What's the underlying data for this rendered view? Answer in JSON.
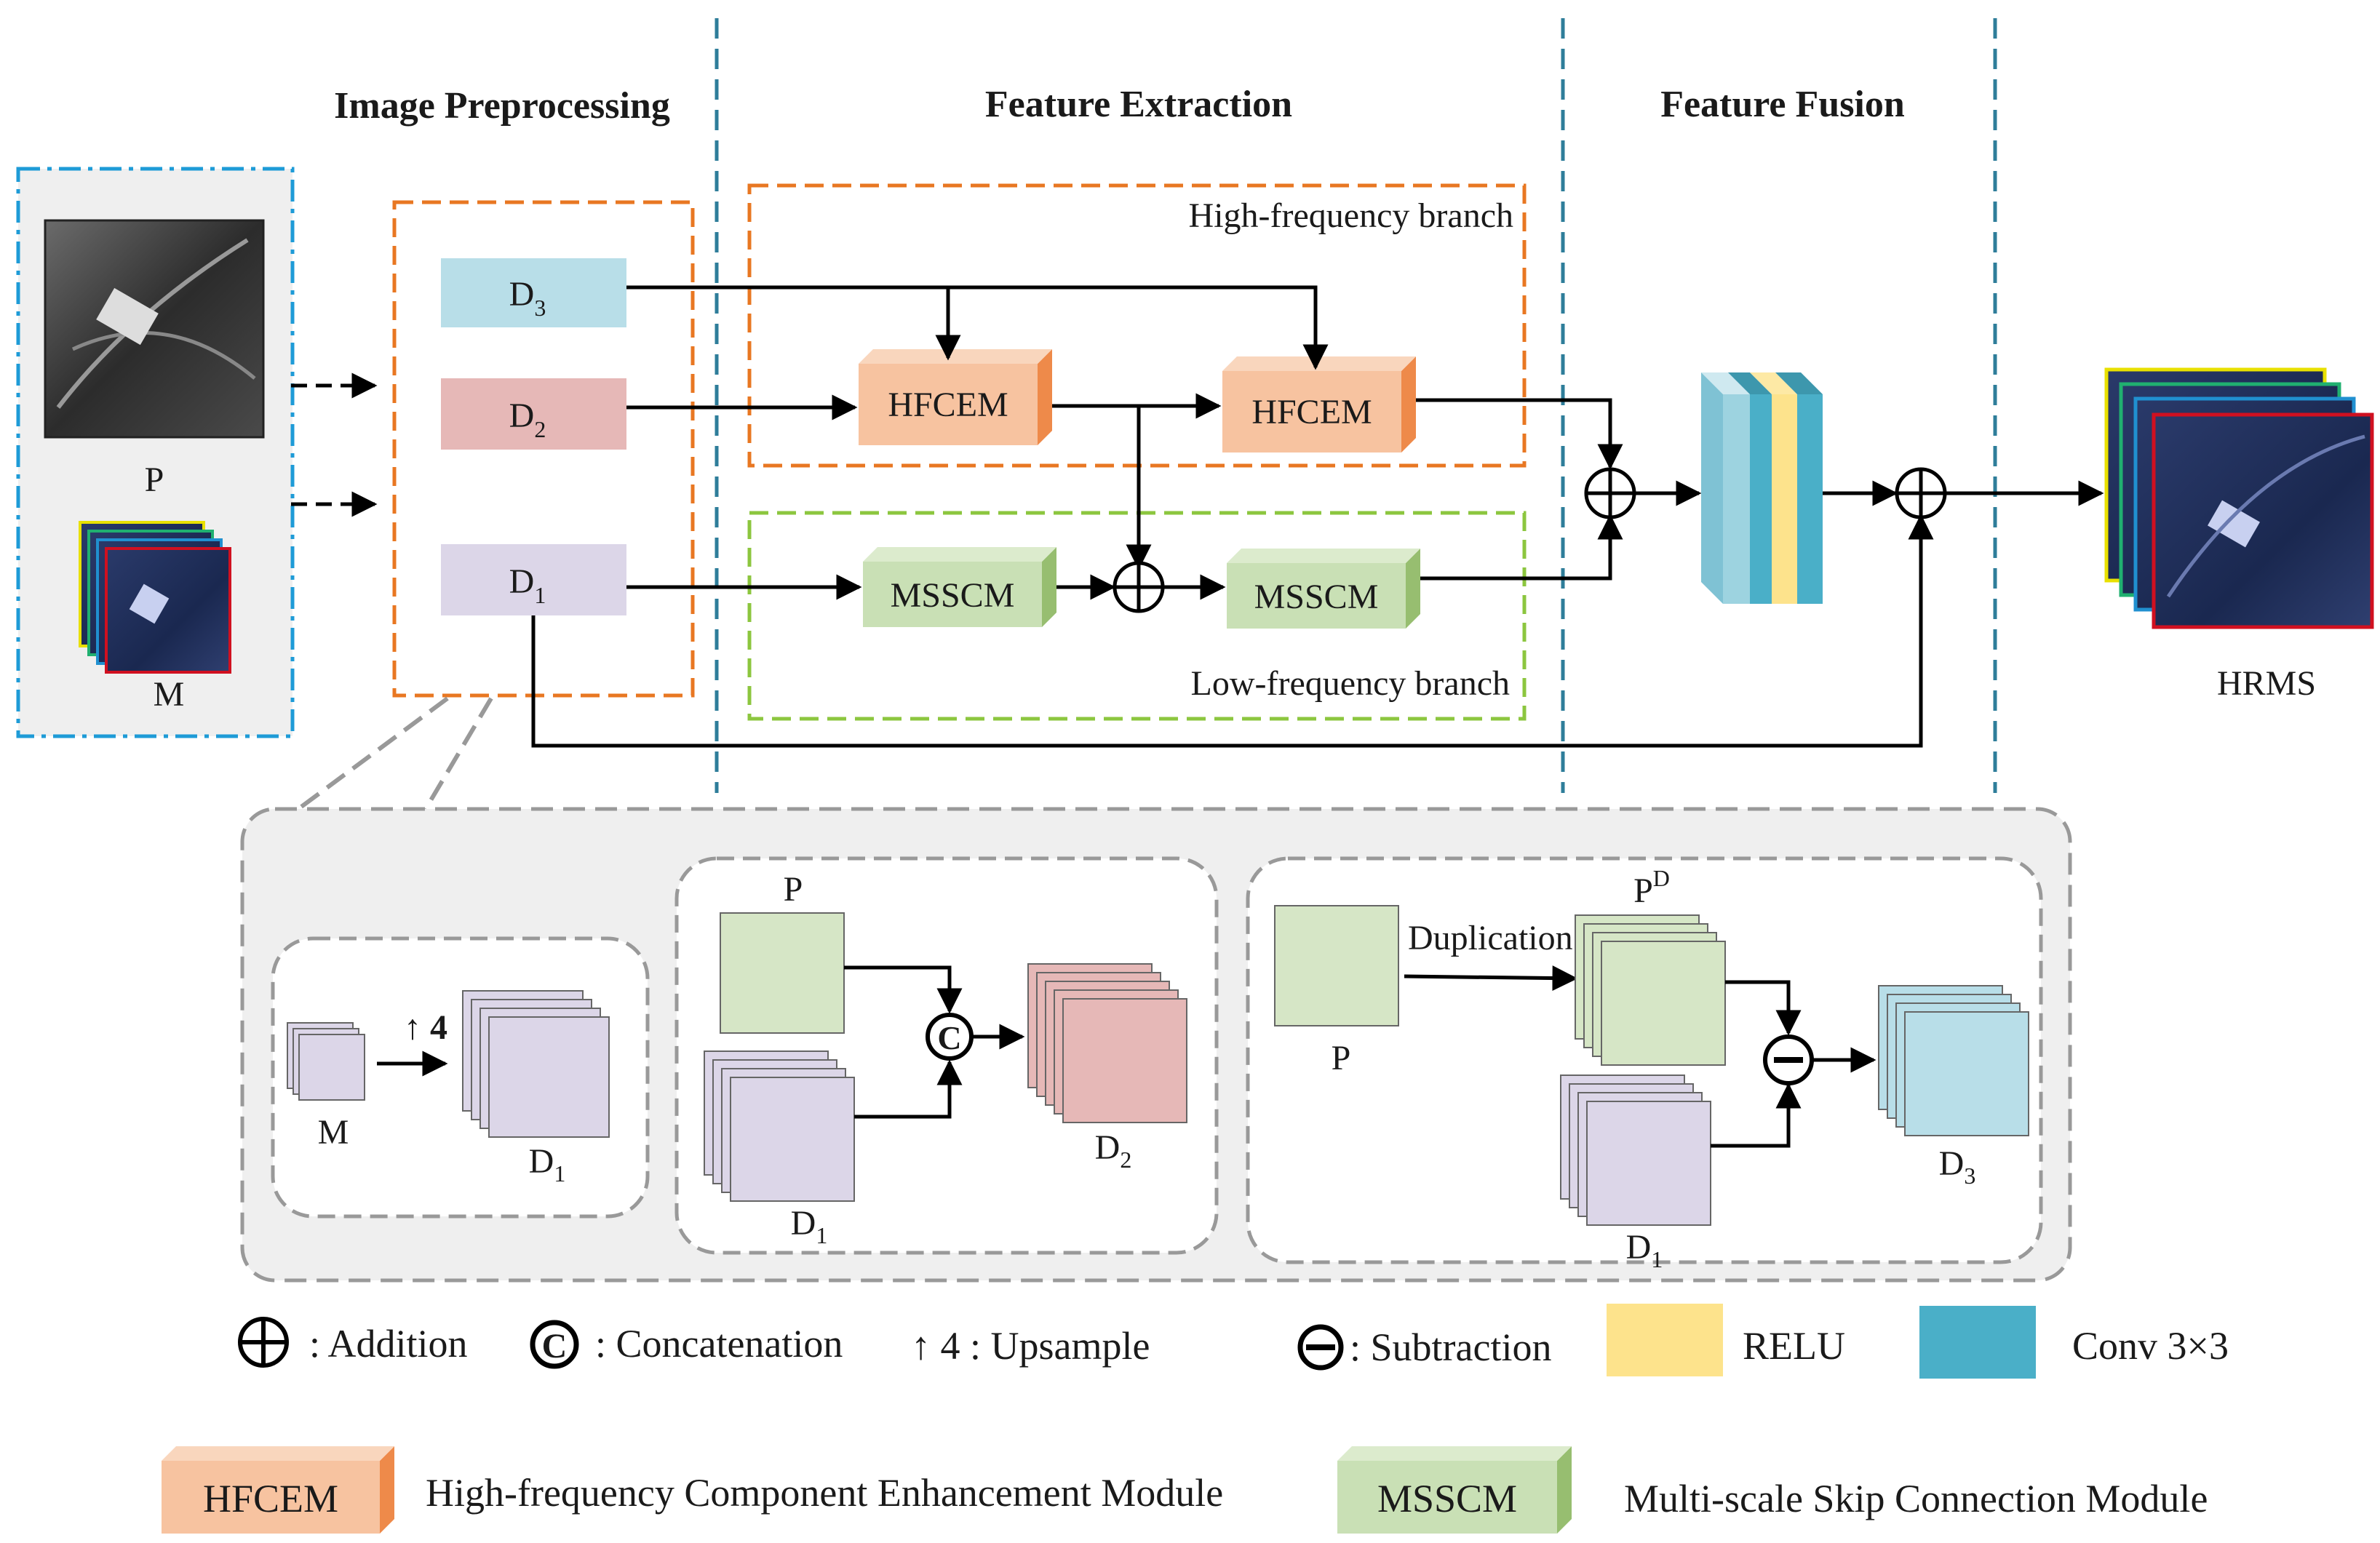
{
  "sections": {
    "preprocessing": "Image Preprocessing",
    "extraction": "Feature Extraction",
    "fusion": "Feature Fusion"
  },
  "inputs": {
    "pan": "P",
    "ms": "M"
  },
  "decomp": {
    "d3": "D",
    "d3_sub": "3",
    "d2": "D",
    "d2_sub": "2",
    "d1": "D",
    "d1_sub": "1"
  },
  "branches": {
    "high": "High-frequency branch",
    "low": "Low-frequency branch"
  },
  "modules": {
    "hfcem_a": "HFCEM",
    "hfcem_b": "HFCEM",
    "msscm_a": "MSSCM",
    "msscm_b": "MSSCM"
  },
  "output": {
    "label": "HRMS"
  },
  "detail": {
    "p1": {
      "m": "M",
      "up": "4",
      "d": "D",
      "d_sub": "1"
    },
    "p2": {
      "p": "P",
      "concat": "C",
      "d1": "D",
      "d1_sub": "1",
      "d2": "D",
      "d2_sub": "2"
    },
    "p3": {
      "p": "P",
      "dup": "Duplication",
      "pd": "P",
      "pd_sup": "D",
      "d1": "D",
      "d1_sub": "1",
      "d3": "D",
      "d3_sub": "3"
    }
  },
  "legend": {
    "addition": ": Addition",
    "concat_sym": "C",
    "concatenation": ": Concatenation",
    "upsample": "↑ 4 : Upsample",
    "subtraction": ": Subtraction",
    "relu": "RELU",
    "conv": "Conv 3×3",
    "hfcem": "HFCEM",
    "hfcem_desc": "High-frequency Component Enhancement Module",
    "msscm": "MSSCM",
    "msscm_desc": "Multi-scale Skip Connection Module"
  },
  "colors": {
    "orange_dash": "#E87722",
    "green_dash": "#8CC63F",
    "teal_divider": "#2E7D9A",
    "blue_dash": "#1E9BD7",
    "d3_fill": "#B8DEE8",
    "d2_fill": "#E6B8B7",
    "d1_fill": "#DCD6E8",
    "hfcem_fill": "#F7C3A0",
    "hfcem_side": "#EE8A4A",
    "msscm_fill": "#C9E0B5",
    "msscm_side": "#97BE70",
    "relu": "#FDE38C",
    "conv": "#4AAFC8",
    "fusion_light": "#9DD3E0",
    "panel_bg": "#EFEFEF",
    "panel_border": "#999999"
  }
}
